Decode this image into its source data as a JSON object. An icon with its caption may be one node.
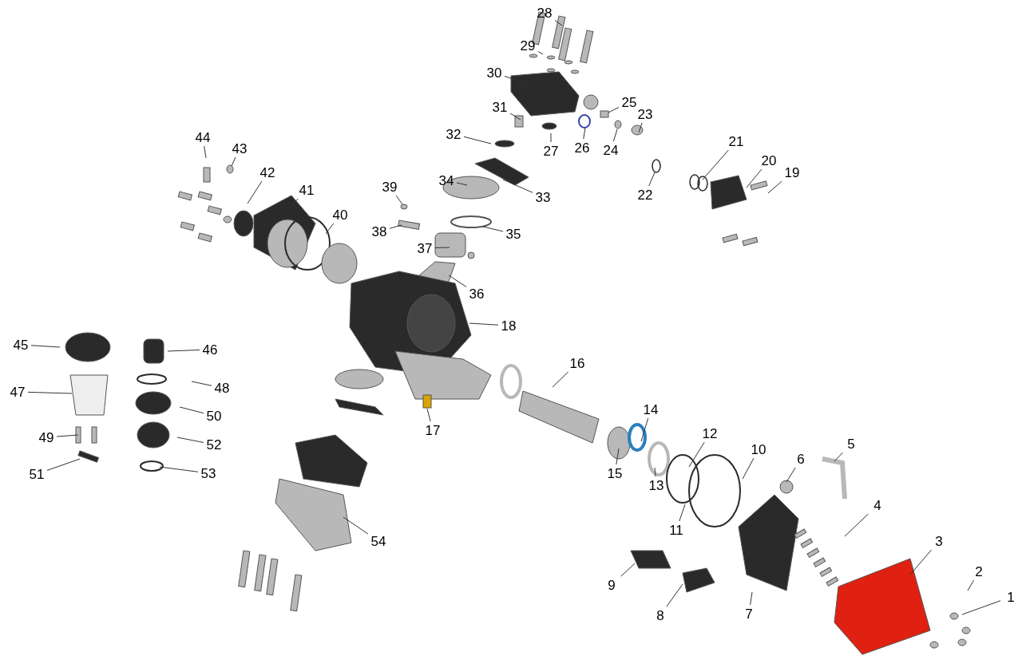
{
  "diagram": {
    "nodes": [
      {
        "text": [
          "1"
        ]
      },
      {
        "text": [
          "2"
        ]
      },
      {
        "text": [
          "3"
        ]
      },
      {
        "text": [
          "4"
        ]
      },
      {
        "text": [
          "5"
        ]
      },
      {
        "text": [
          "6"
        ]
      },
      {
        "text": [
          "7"
        ]
      },
      {
        "text": [
          "8"
        ]
      },
      {
        "text": [
          "9"
        ]
      },
      {
        "text": [
          "10"
        ]
      },
      {
        "text": [
          "11"
        ]
      },
      {
        "text": [
          "12"
        ]
      },
      {
        "text": [
          "13"
        ]
      },
      {
        "text": [
          "14"
        ]
      },
      {
        "text": [
          "15"
        ]
      },
      {
        "text": [
          "16"
        ]
      },
      {
        "text": [
          "17"
        ]
      },
      {
        "text": [
          "18"
        ]
      },
      {
        "text": [
          "19"
        ]
      },
      {
        "text": [
          "20"
        ]
      },
      {
        "text": [
          "21"
        ]
      },
      {
        "text": [
          "22"
        ]
      },
      {
        "text": [
          "23"
        ]
      },
      {
        "text": [
          "24"
        ]
      },
      {
        "text": [
          "25"
        ]
      },
      {
        "text": [
          "26"
        ]
      },
      {
        "text": [
          "27"
        ]
      },
      {
        "text": [
          "28"
        ]
      },
      {
        "text": [
          "29"
        ]
      },
      {
        "text": [
          "30"
        ]
      },
      {
        "text": [
          "31"
        ]
      },
      {
        "text": [
          "32"
        ]
      },
      {
        "text": [
          "33"
        ]
      },
      {
        "text": [
          "34"
        ]
      },
      {
        "text": [
          "35"
        ]
      },
      {
        "text": [
          "36"
        ]
      },
      {
        "text": [
          "37"
        ]
      },
      {
        "text": [
          "38"
        ]
      },
      {
        "text": [
          "39"
        ]
      },
      {
        "text": [
          "40"
        ]
      },
      {
        "text": [
          "41"
        ]
      },
      {
        "text": [
          "42"
        ]
      },
      {
        "text": [
          "43"
        ]
      },
      {
        "text": [
          "44"
        ]
      },
      {
        "text": [
          "45"
        ]
      },
      {
        "text": [
          "46"
        ]
      },
      {
        "text": [
          "47"
        ]
      },
      {
        "text": [
          "48"
        ]
      },
      {
        "text": [
          "49"
        ]
      },
      {
        "text": [
          "50"
        ]
      },
      {
        "text": [
          "51"
        ]
      },
      {
        "text": [
          "52"
        ]
      },
      {
        "text": [
          "53"
        ]
      },
      {
        "text": [
          "54"
        ]
      }
    ],
    "edges": [
      {
        "from": 0,
        "to": null,
        "arrow": "none"
      },
      {
        "from": 1,
        "to": null,
        "arrow": "none"
      },
      {
        "from": 2,
        "to": null,
        "arrow": "none"
      },
      {
        "from": 3,
        "to": null,
        "arrow": "none"
      },
      {
        "from": 4,
        "to": null,
        "arrow": "none"
      },
      {
        "from": 5,
        "to": null,
        "arrow": "none"
      },
      {
        "from": 6,
        "to": null,
        "arrow": "none"
      },
      {
        "from": 7,
        "to": null,
        "arrow": "none"
      },
      {
        "from": 8,
        "to": null,
        "arrow": "none"
      },
      {
        "from": 9,
        "to": null,
        "arrow": "none"
      },
      {
        "from": 10,
        "to": null,
        "arrow": "none"
      },
      {
        "from": 11,
        "to": null,
        "arrow": "none"
      },
      {
        "from": 12,
        "to": null,
        "arrow": "none"
      },
      {
        "from": 13,
        "to": null,
        "arrow": "none"
      },
      {
        "from": 14,
        "to": null,
        "arrow": "none"
      },
      {
        "from": 15,
        "to": null,
        "arrow": "none"
      },
      {
        "from": 16,
        "to": null,
        "arrow": "none"
      },
      {
        "from": 17,
        "to": null,
        "arrow": "none"
      },
      {
        "from": 18,
        "to": null,
        "arrow": "none"
      },
      {
        "from": 19,
        "to": null,
        "arrow": "none"
      },
      {
        "from": 20,
        "to": null,
        "arrow": "none"
      },
      {
        "from": 21,
        "to": null,
        "arrow": "none"
      },
      {
        "from": 22,
        "to": null,
        "arrow": "none"
      },
      {
        "from": 23,
        "to": null,
        "arrow": "none"
      },
      {
        "from": 24,
        "to": null,
        "arrow": "none"
      },
      {
        "from": 25,
        "to": null,
        "arrow": "none"
      },
      {
        "from": 26,
        "to": null,
        "arrow": "none"
      },
      {
        "from": 27,
        "to": null,
        "arrow": "none"
      },
      {
        "from": 28,
        "to": null,
        "arrow": "none"
      },
      {
        "from": 29,
        "to": null,
        "arrow": "none"
      },
      {
        "from": 30,
        "to": null,
        "arrow": "none"
      },
      {
        "from": 31,
        "to": null,
        "arrow": "none"
      },
      {
        "from": 32,
        "to": null,
        "arrow": "none"
      },
      {
        "from": 33,
        "to": null,
        "arrow": "none"
      },
      {
        "from": 34,
        "to": null,
        "arrow": "none"
      },
      {
        "from": 35,
        "to": null,
        "arrow": "none"
      },
      {
        "from": 36,
        "to": null,
        "arrow": "none"
      },
      {
        "from": 37,
        "to": null,
        "arrow": "none"
      },
      {
        "from": 38,
        "to": null,
        "arrow": "none"
      },
      {
        "from": 39,
        "to": null,
        "arrow": "none"
      },
      {
        "from": 40,
        "to": null,
        "arrow": "none"
      },
      {
        "from": 41,
        "to": null,
        "arrow": "none"
      },
      {
        "from": 42,
        "to": null,
        "arrow": "none"
      },
      {
        "from": 43,
        "to": null,
        "arrow": "none"
      },
      {
        "from": 44,
        "to": null,
        "arrow": "none"
      },
      {
        "from": 45,
        "to": null,
        "arrow": "none"
      },
      {
        "from": 46,
        "to": null,
        "arrow": "none"
      },
      {
        "from": 47,
        "to": null,
        "arrow": "none"
      },
      {
        "from": 48,
        "to": null,
        "arrow": "none"
      },
      {
        "from": 49,
        "to": null,
        "arrow": "none"
      },
      {
        "from": 50,
        "to": null,
        "arrow": "none"
      },
      {
        "from": 51,
        "to": null,
        "arrow": "none"
      },
      {
        "from": 52,
        "to": null,
        "arrow": "none"
      },
      {
        "from": 53,
        "to": null,
        "arrow": "none"
      }
    ]
  }
}
